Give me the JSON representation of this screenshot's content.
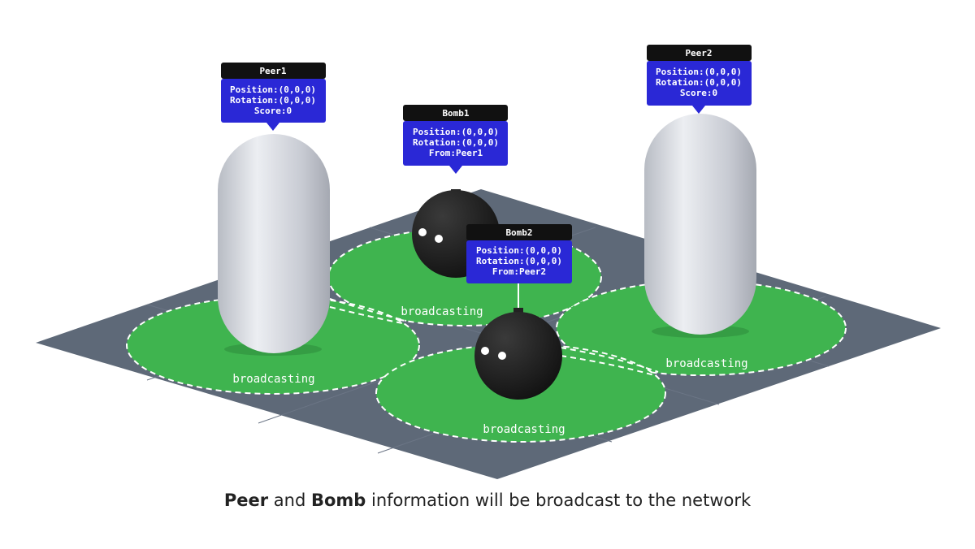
{
  "colors": {
    "floor": "#5e6978",
    "zone_fill": "#3fb44f",
    "zone_border": "#ffffff",
    "card_header": "#111111",
    "card_body": "#2a28d6",
    "capsule": "#c9ccd4",
    "bomb": "#1b1b1b"
  },
  "zones": [
    {
      "id": "peer1-zone",
      "label": "broadcasting"
    },
    {
      "id": "bomb1-zone",
      "label": "broadcasting"
    },
    {
      "id": "bomb2-zone",
      "label": "broadcasting"
    },
    {
      "id": "peer2-zone",
      "label": "broadcasting"
    }
  ],
  "entities": [
    {
      "id": "peer1",
      "kind": "capsule",
      "title": "Peer1",
      "lines": [
        "Position:(0,0,0)",
        "Rotation:(0,0,0)",
        "Score:0"
      ]
    },
    {
      "id": "bomb1",
      "kind": "bomb",
      "title": "Bomb1",
      "lines": [
        "Position:(0,0,0)",
        "Rotation:(0,0,0)",
        "From:Peer1"
      ]
    },
    {
      "id": "bomb2",
      "kind": "bomb",
      "title": "Bomb2",
      "lines": [
        "Position:(0,0,0)",
        "Rotation:(0,0,0)",
        "From:Peer2"
      ]
    },
    {
      "id": "peer2",
      "kind": "capsule",
      "title": "Peer2",
      "lines": [
        "Position:(0,0,0)",
        "Rotation:(0,0,0)",
        "Score:0"
      ]
    }
  ],
  "caption": {
    "bold1": "Peer",
    "text1": " and ",
    "bold2": "Bomb",
    "text2": " information will be broadcast to the network"
  }
}
